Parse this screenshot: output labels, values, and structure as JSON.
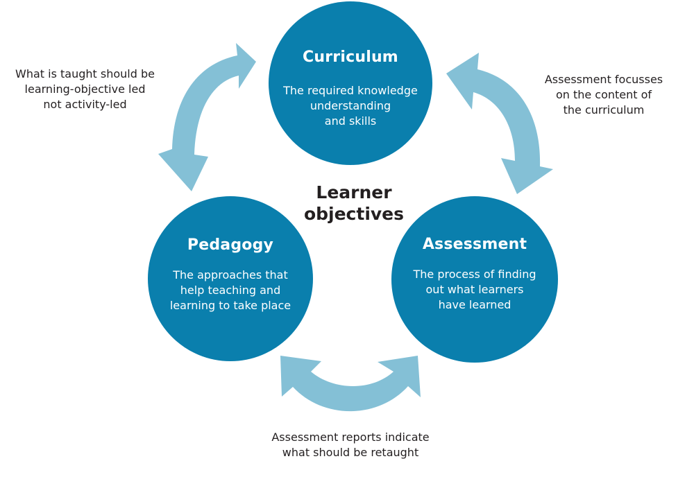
{
  "diagram": {
    "center_label": "Learner\nobjectives",
    "colors": {
      "circle": "#0a7fad",
      "arrow": "#84c0d6",
      "text_dark": "#231f20",
      "text_light": "#ffffff"
    },
    "nodes": [
      {
        "id": "curriculum",
        "title": "Curriculum",
        "description": "The required knowledge\nunderstanding\nand skills"
      },
      {
        "id": "pedagogy",
        "title": "Pedagogy",
        "description": "The approaches that\nhelp teaching and\nlearning to take place"
      },
      {
        "id": "assessment",
        "title": "Assessment",
        "description": "The process of finding\nout what learners\nhave learned"
      }
    ],
    "connections": [
      {
        "from": "curriculum",
        "to": "pedagogy",
        "type": "bidirectional-arrow",
        "label": "What is taught should be\nlearning-objective led\nnot activity-led"
      },
      {
        "from": "curriculum",
        "to": "assessment",
        "type": "bidirectional-arrow",
        "label": "Assessment focusses\non the content of\nthe curriculum"
      },
      {
        "from": "pedagogy",
        "to": "assessment",
        "type": "bidirectional-arrow",
        "label": "Assessment reports indicate\nwhat should be retaught"
      }
    ]
  }
}
